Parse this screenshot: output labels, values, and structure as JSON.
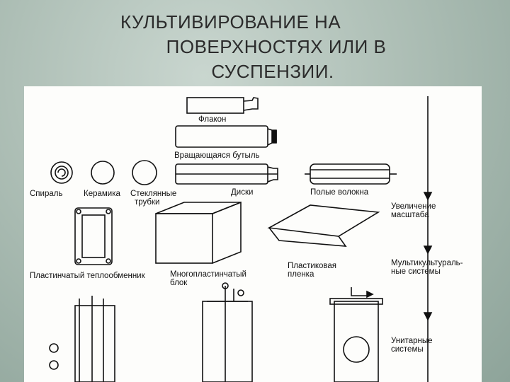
{
  "slide": {
    "title_line1": "КУЛЬТИВИРОВАНИЕ НА",
    "title_line2": "ПОВЕРХНОСТЯХ ИЛИ В",
    "title_line3": "СУСПЕНЗИИ."
  },
  "figure": {
    "labels": {
      "flask": "Флакон",
      "roller_bottle": "Вращающаяся бутыль",
      "discs": "Диски",
      "spiral": "Спираль",
      "ceramic": "Керамика",
      "glass_tubes_1": "Стеклянные",
      "glass_tubes_2": "трубки",
      "hollow_fibers": "Полые волокна",
      "plate_exchanger": "Пластинчатый теплообменник",
      "multiplate_1": "Многопластинчатый",
      "multiplate_2": "блок",
      "plastic_film_1": "Пластиковая",
      "plastic_film_2": "пленка",
      "scale_up_1": "Увеличение",
      "scale_up_2": "масштаба",
      "multiculture_1": "Мультикультураль-",
      "multiculture_2": "ные системы",
      "unitary_1": "Унитарные",
      "unitary_2": "системы"
    }
  }
}
